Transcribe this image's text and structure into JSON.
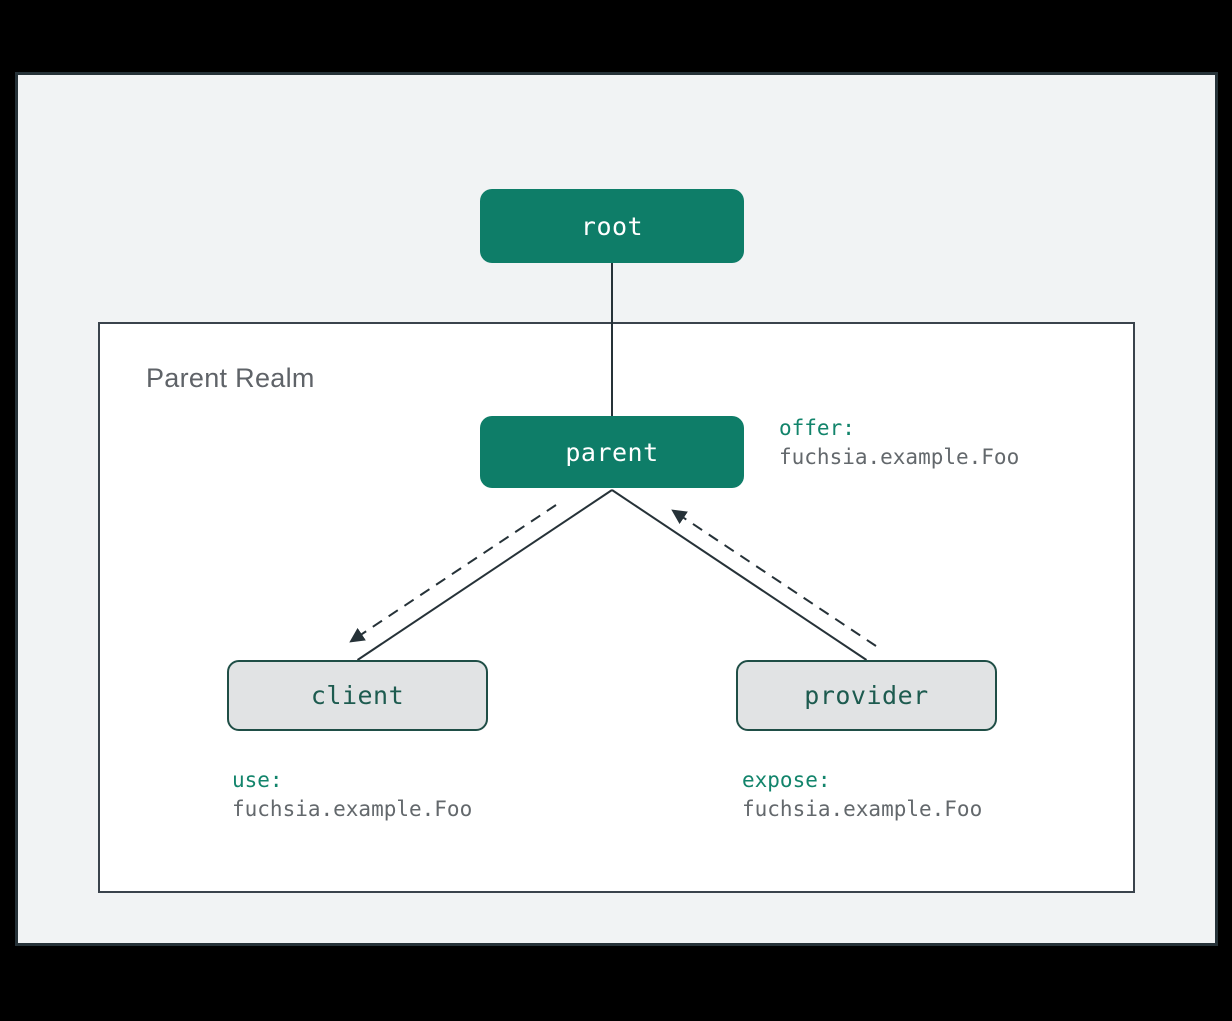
{
  "diagram": {
    "realm": {
      "label": "Parent Realm"
    },
    "nodes": [
      {
        "id": "root",
        "label": "root",
        "kind": "realm-node"
      },
      {
        "id": "parent",
        "label": "parent",
        "kind": "realm-node"
      },
      {
        "id": "client",
        "label": "client",
        "kind": "child-node"
      },
      {
        "id": "provider",
        "label": "provider",
        "kind": "child-node"
      }
    ],
    "annotations": [
      {
        "id": "offer",
        "keyword": "offer:",
        "value": "fuchsia.example.Foo"
      },
      {
        "id": "use",
        "keyword": "use:",
        "value": "fuchsia.example.Foo"
      },
      {
        "id": "expose",
        "keyword": "expose:",
        "value": "fuchsia.example.Foo"
      }
    ],
    "edges": [
      {
        "from": "root",
        "to": "parent",
        "style": "solid",
        "meaning": "parent-child"
      },
      {
        "from": "parent",
        "to": "client",
        "style": "solid",
        "meaning": "parent-child"
      },
      {
        "from": "parent",
        "to": "provider",
        "style": "solid",
        "meaning": "parent-child"
      },
      {
        "from": "parent",
        "to": "client",
        "style": "dashed-arrow",
        "meaning": "offer capability route"
      },
      {
        "from": "provider",
        "to": "parent",
        "style": "dashed-arrow",
        "meaning": "expose capability route"
      }
    ],
    "colors": {
      "outer_bg": "#000000",
      "panel_bg": "#F1F3F4",
      "panel_border": "#263238",
      "realm_bg": "#FFFFFF",
      "realm_border": "#3A434C",
      "realm_label_color": "#5F6368",
      "node_fill": "#0E7D68",
      "node_text": "#FFFFFF",
      "child_fill": "#E1E3E4",
      "child_border": "#1F4E46",
      "child_text": "#1D5B4F",
      "keyword_text": "#12846B",
      "value_text": "#63686C",
      "line_color": "#263238"
    }
  }
}
